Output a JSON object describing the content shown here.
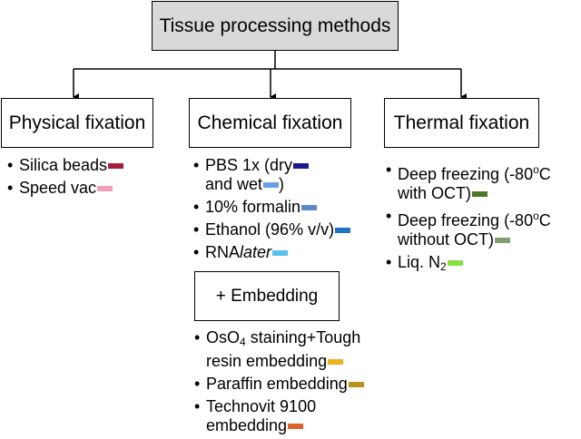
{
  "root": {
    "label": "Tissue processing methods"
  },
  "physical": {
    "title": "Physical fixation",
    "items": [
      {
        "text": "Silica beads",
        "color": "#a3203a"
      },
      {
        "text": "Speed vac",
        "color": "#f0a0b4"
      }
    ]
  },
  "chemical": {
    "title": "Chemical fixation",
    "items": [
      {
        "line1": "PBS 1x (dry",
        "line2a": "and wet",
        "line2b": ")",
        "color1": "#1a1a8c",
        "color2": "#6aa0e8"
      },
      {
        "text": "10% formalin",
        "color": "#5b88c7"
      },
      {
        "text": "Ethanol (96% v/v)",
        "color": "#1f72c4"
      },
      {
        "prefix": "RNA",
        "italic": "later",
        "color": "#56c2ec"
      }
    ]
  },
  "thermal": {
    "title": "Thermal fixation",
    "items": [
      {
        "line1": "Deep freezing (-80",
        "sup": "o",
        "unit": "C",
        "line2": "with OCT)",
        "color": "#4a7a26"
      },
      {
        "line1": "Deep freezing (-80",
        "sup": "o",
        "unit": "C",
        "line2": "without OCT)",
        "color": "#7f9f6c"
      },
      {
        "prefix": "Liq. N",
        "sub": "2",
        "color": "#86e040"
      }
    ]
  },
  "embedding": {
    "title": "+ Embedding",
    "items": [
      {
        "prefix": "OsO",
        "sub": "4",
        "rest": " staining+Tough",
        "line2": "resin embedding",
        "color": "#f0b020"
      },
      {
        "text": "Paraffin embedding",
        "color": "#b8921c"
      },
      {
        "line1": "Technovit 9100",
        "line2": "embedding",
        "color": "#e0602a"
      }
    ]
  }
}
